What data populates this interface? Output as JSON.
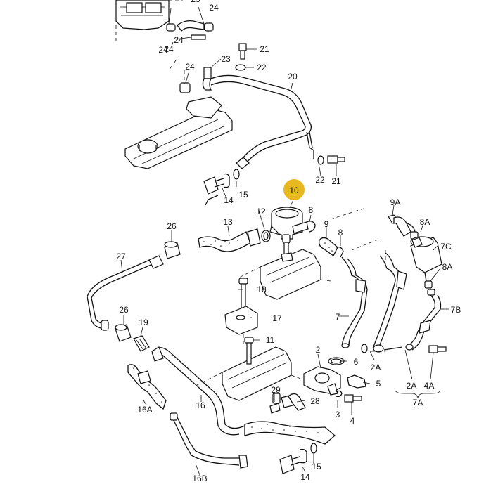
{
  "highlight_color": "#E8B820",
  "highlighted_part": "10",
  "callouts": {
    "c24a": "24",
    "c24b": "24",
    "c24c": "24",
    "c24d": "24",
    "c23a": "23",
    "c21a": "21",
    "c23b": "23",
    "c22a": "22",
    "c24e": "24",
    "c20": "20",
    "c22b": "22",
    "c21b": "21",
    "c15a": "15",
    "c14a": "14",
    "c10": "10",
    "c12": "12",
    "c8a": "8",
    "c9": "9",
    "c8b": "8",
    "c13": "13",
    "c26a": "26",
    "c27": "27",
    "c18": "18",
    "c17": "17",
    "c26b": "26",
    "c19": "19",
    "c11": "11",
    "c7": "7",
    "c2": "2",
    "c6": "6",
    "c5": "5",
    "c3": "3",
    "c4": "4",
    "c28": "28",
    "c29": "29",
    "c16": "16",
    "c16A": "16A",
    "c16B": "16B",
    "c15b": "15",
    "c14b": "14",
    "c9A": "9A",
    "c8A1": "8A",
    "c7C": "7C",
    "c8A2": "8A",
    "c7B": "7B",
    "c2Aa": "2A",
    "c2Ab": "2A",
    "c4A": "4A",
    "c7A": "7A"
  }
}
